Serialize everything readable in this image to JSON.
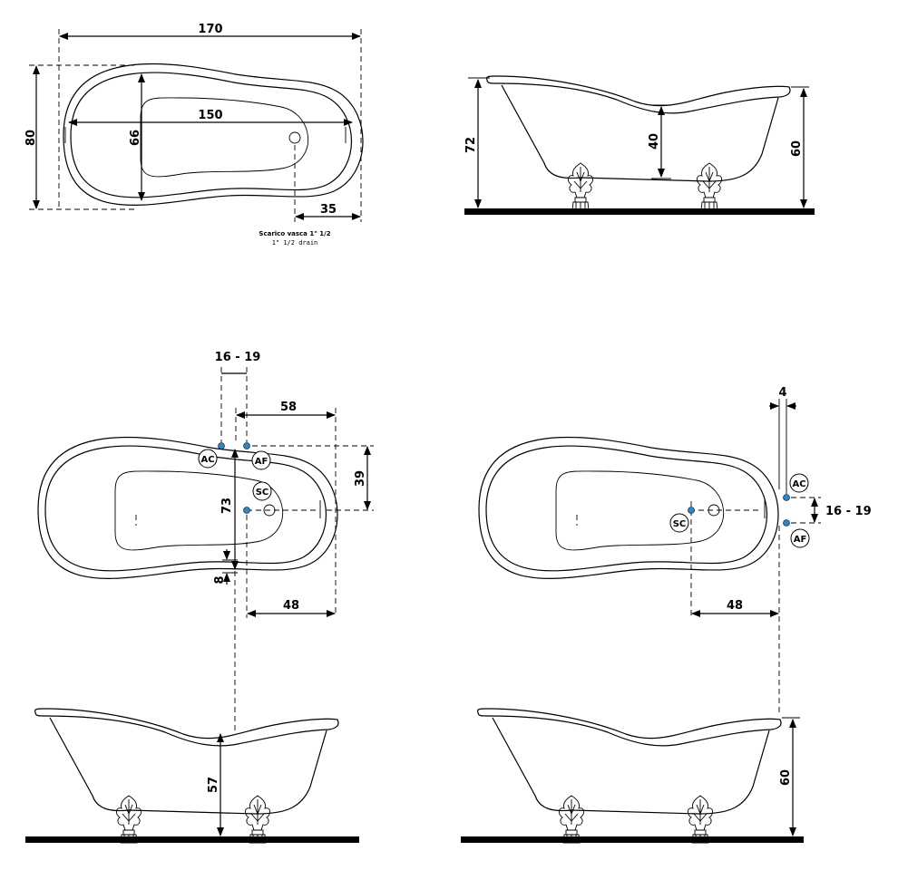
{
  "dimensions": {
    "top_plan": {
      "length": "170",
      "inner_length": "150",
      "width": "80",
      "inner_width": "66",
      "drain_offset": "35"
    },
    "drain_caption": {
      "it": "Scarico vasca 1\" 1/2",
      "en": "1\" 1/2  drain"
    },
    "top_side": {
      "total_height": "72",
      "depth": "40",
      "rim_height": "60"
    },
    "bottom_left_plan": {
      "tap_spacing": "16 - 19",
      "tap_to_drain": "58",
      "tap_offset": "39",
      "tap_to_wall": "73",
      "wall_gap": "8",
      "drain_offset": "48"
    },
    "bottom_left_side": {
      "rim_height": "57"
    },
    "bottom_right_plan": {
      "gap": "4",
      "tap_spacing": "16 - 19",
      "drain_offset": "48"
    },
    "bottom_right_side": {
      "rim_height": "60"
    }
  },
  "labels": {
    "hot": "AC",
    "cold": "AF",
    "drain": "SC"
  },
  "colors": {
    "line": "#000000",
    "tap_dot": "#2a87c8",
    "background": "#ffffff"
  }
}
